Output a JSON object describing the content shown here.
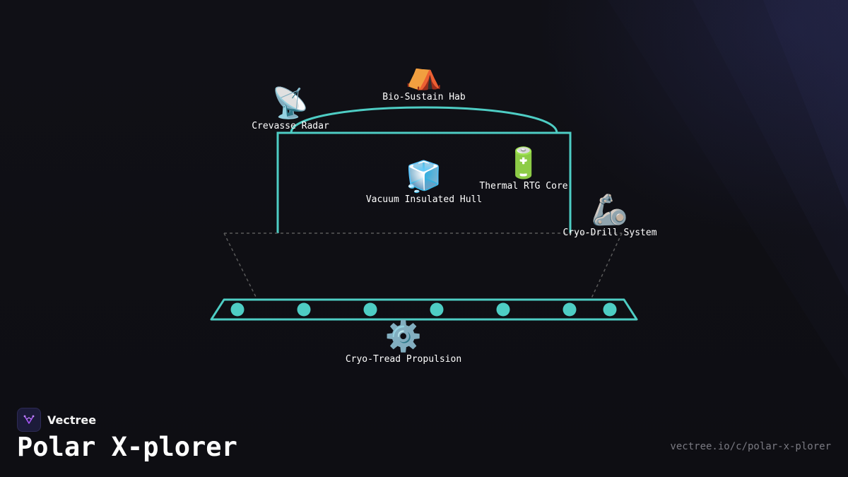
{
  "colors": {
    "background": "#0f0f14",
    "accent": "#4ecdc4",
    "dashed": "#5a5a5a",
    "label": "#ffffff",
    "url": "#7a7a82",
    "logo_bg": "#1c1b3a",
    "logo_mark": "#a855f7"
  },
  "diagram": {
    "nodes": [
      {
        "id": "bio-sustain-hab",
        "label": "Bio-Sustain Hab",
        "icon": "tent-icon",
        "glyph": "⛺"
      },
      {
        "id": "crevasse-radar",
        "label": "Crevasse Radar",
        "icon": "satellite-dish-icon",
        "glyph": "📡"
      },
      {
        "id": "vacuum-insulated-hull",
        "label": "Vacuum Insulated Hull",
        "icon": "ice-cube-icon",
        "glyph": "🧊"
      },
      {
        "id": "thermal-rtg-core",
        "label": "Thermal RTG Core",
        "icon": "battery-icon",
        "glyph": "🔋"
      },
      {
        "id": "cryo-drill-system",
        "label": "Cryo-Drill System",
        "icon": "mechanical-arm-icon",
        "glyph": "🦾"
      },
      {
        "id": "cryo-tread-propulsion",
        "label": "Cryo-Tread Propulsion",
        "icon": "gear-icon",
        "glyph": "⚙️"
      }
    ],
    "track_wheel_count": 7
  },
  "brand": {
    "name": "Vectree",
    "logo_icon": "vectree-logo-icon"
  },
  "title": "Polar X-plorer",
  "url": "vectree.io/c/polar-x-plorer"
}
